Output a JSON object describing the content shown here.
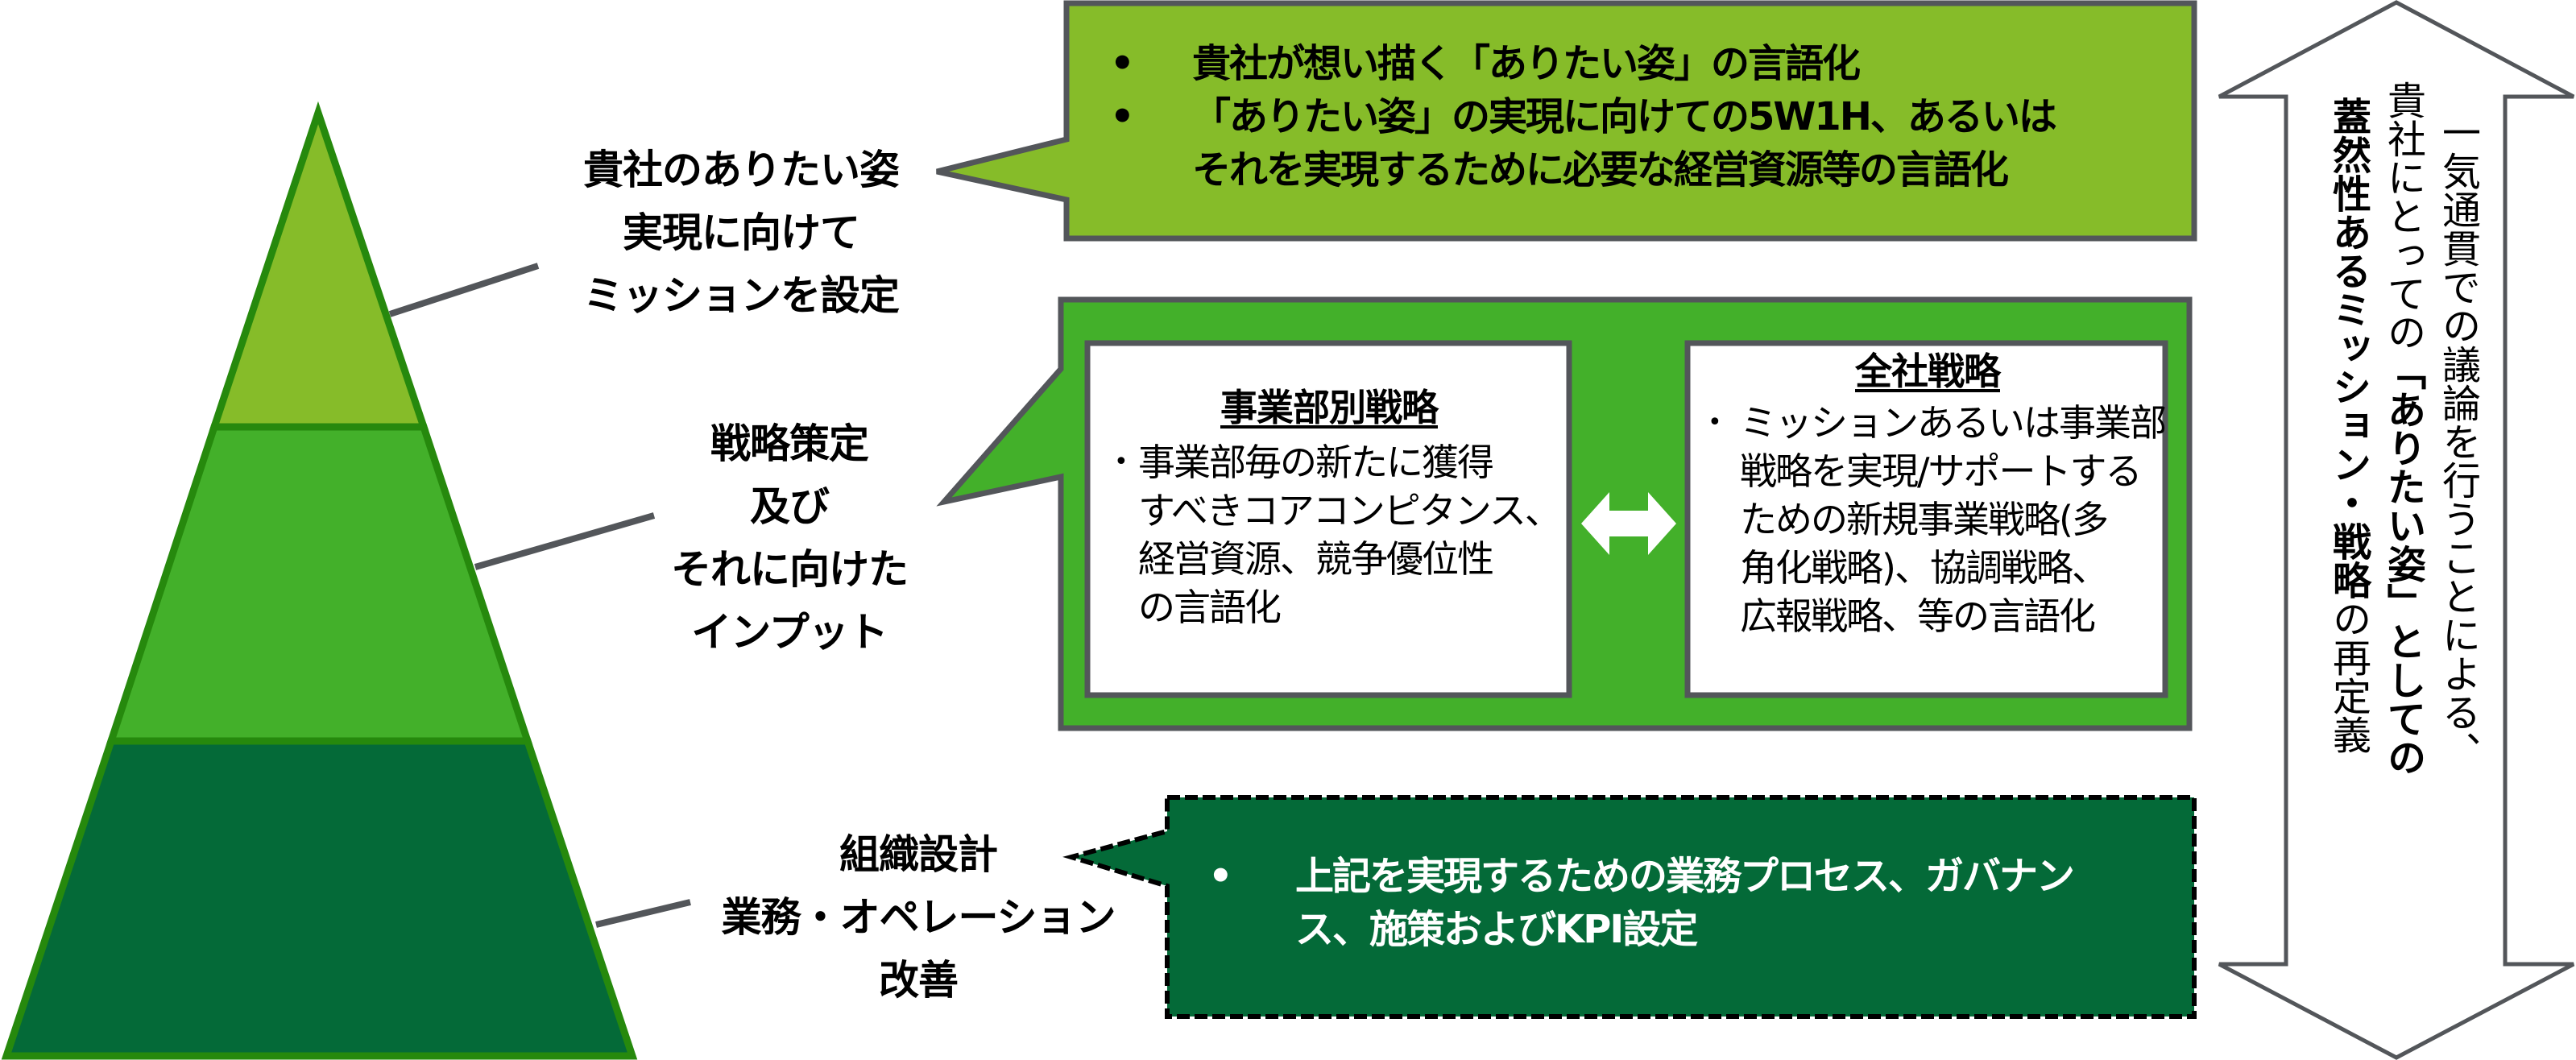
{
  "colors": {
    "level_top": "#86BC29",
    "level_middle": "#43B02A",
    "level_bottom": "#046A38",
    "pyramid_stroke": "#26890D",
    "callout_border": "#53565A",
    "leader_line": "#53565A",
    "arrow_stroke": "#53565A",
    "text_dark": "#000000",
    "text_light": "#ffffff"
  },
  "pyramid": {
    "levels": [
      {
        "id": "mission",
        "label_lines": [
          "貴社のありたい姿",
          "実現に向けて",
          "ミッションを設定"
        ]
      },
      {
        "id": "strategy",
        "label_lines": [
          "戦略策定",
          "及び",
          "それに向けた",
          "インプット"
        ]
      },
      {
        "id": "organization",
        "label_lines": [
          "組織設計",
          "業務・オペレーション",
          "改善"
        ]
      }
    ]
  },
  "callouts": {
    "mission": {
      "bullets": [
        {
          "marker": "•",
          "lines": [
            "貴社が想い描く「ありたい姿」の言語化"
          ]
        },
        {
          "marker": "•",
          "lines": [
            "「ありたい姿」の実現に向けての5W1H、あるいは",
            "それを実現するために必要な経営資源等の言語化"
          ]
        }
      ]
    },
    "strategy": {
      "business_unit": {
        "title": "事業部別戦略",
        "marker": "•",
        "lines": [
          "事業部毎の新たに獲得",
          "すべきコアコンピタンス、",
          "経営資源、競争優位性",
          "の言語化"
        ]
      },
      "connector_icon": "double-headed-arrow",
      "corporate": {
        "title": "全社戦略",
        "marker": "•",
        "lines": [
          "ミッションあるいは事業部",
          "戦略を実現/サポートする",
          "ための新規事業戦略(多",
          "角化戦略)、協調戦略、",
          "広報戦略、等の言語化"
        ]
      }
    },
    "organization": {
      "bullets": [
        {
          "marker": "•",
          "lines": [
            "上記を実現するための業務プロセス、ガバナン",
            "ス、施策およびKPI設定"
          ]
        }
      ]
    }
  },
  "side_arrow": {
    "icon": "up-down-arrow",
    "column_1": "一気通貫での議論を行うことによる、",
    "column_2_prefix": "貴社にとっての",
    "column_2_bold": "「ありたい姿」としての",
    "column_3_bold": "蓋然性あるミッション・戦略",
    "column_3_suffix": "の再定義"
  }
}
